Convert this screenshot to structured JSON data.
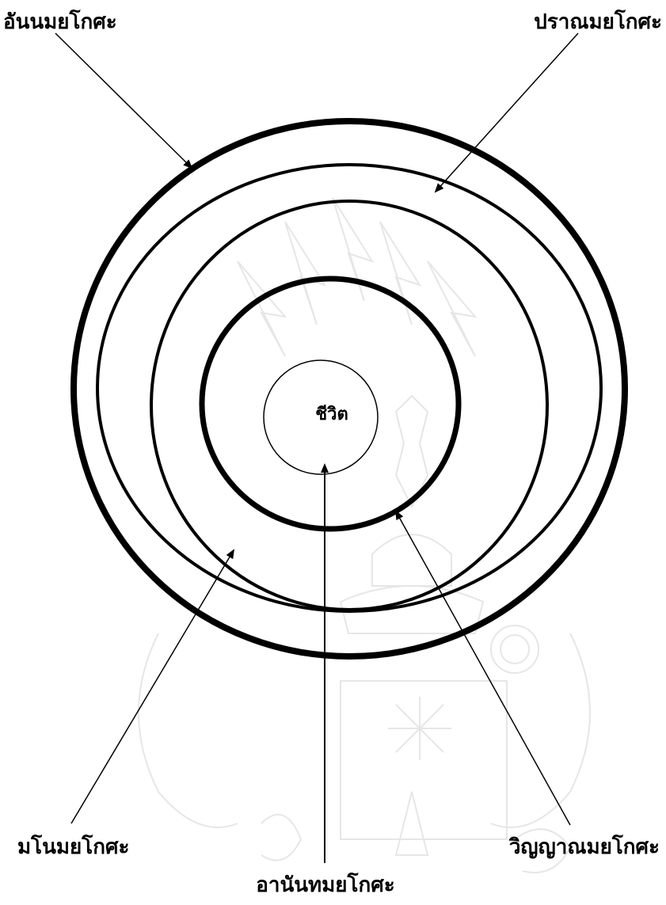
{
  "labels": {
    "annamaya": "อันนมยโกศะ",
    "pranamaya": "ปราณมยโกศะ",
    "manomaya": "มโนมยโกศะ",
    "vijnanamaya": "วิญญาณมยโกศะ",
    "anandamaya": "อานันทมยโกศะ",
    "center": "ชีวิต"
  },
  "colors": {
    "ink": "#000000",
    "background": "#ffffff",
    "watermark": "#e6e6e6"
  }
}
